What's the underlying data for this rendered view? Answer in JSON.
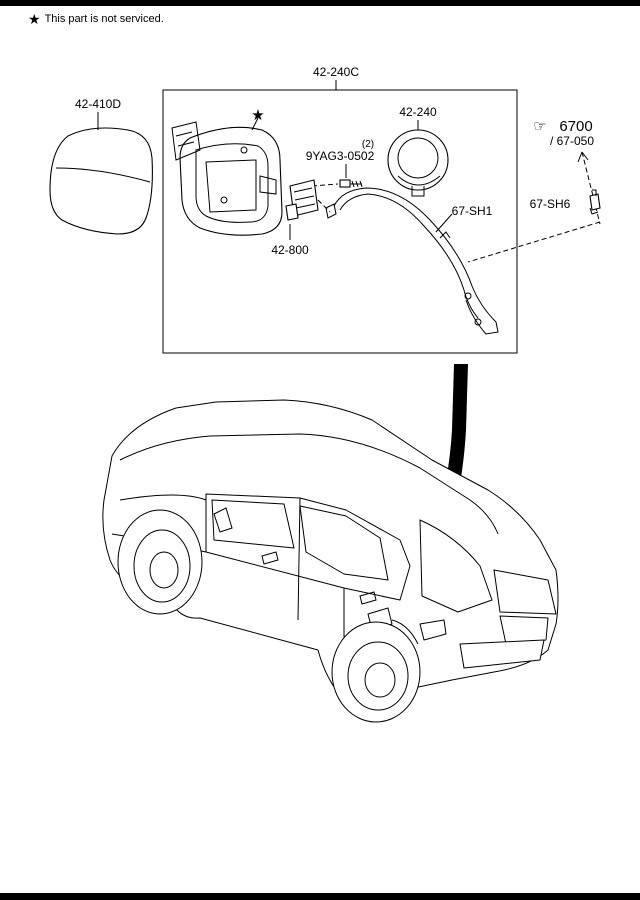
{
  "note": {
    "symbol": "★",
    "text": "This part is not serviced."
  },
  "labels": {
    "assembly": "42-240C",
    "lid": "42-410D",
    "star": "★",
    "cap": "42-240",
    "screw_qty": "(2)",
    "screw": "9YAG3-0502",
    "actuator": "42-800",
    "harness": "67-SH1",
    "ref_symbol": "☞",
    "ref_number": "6700",
    "ref_sub": "/ 67-050",
    "clip": "67-SH6"
  },
  "colors": {
    "line": "#000000",
    "background": "#ffffff"
  }
}
